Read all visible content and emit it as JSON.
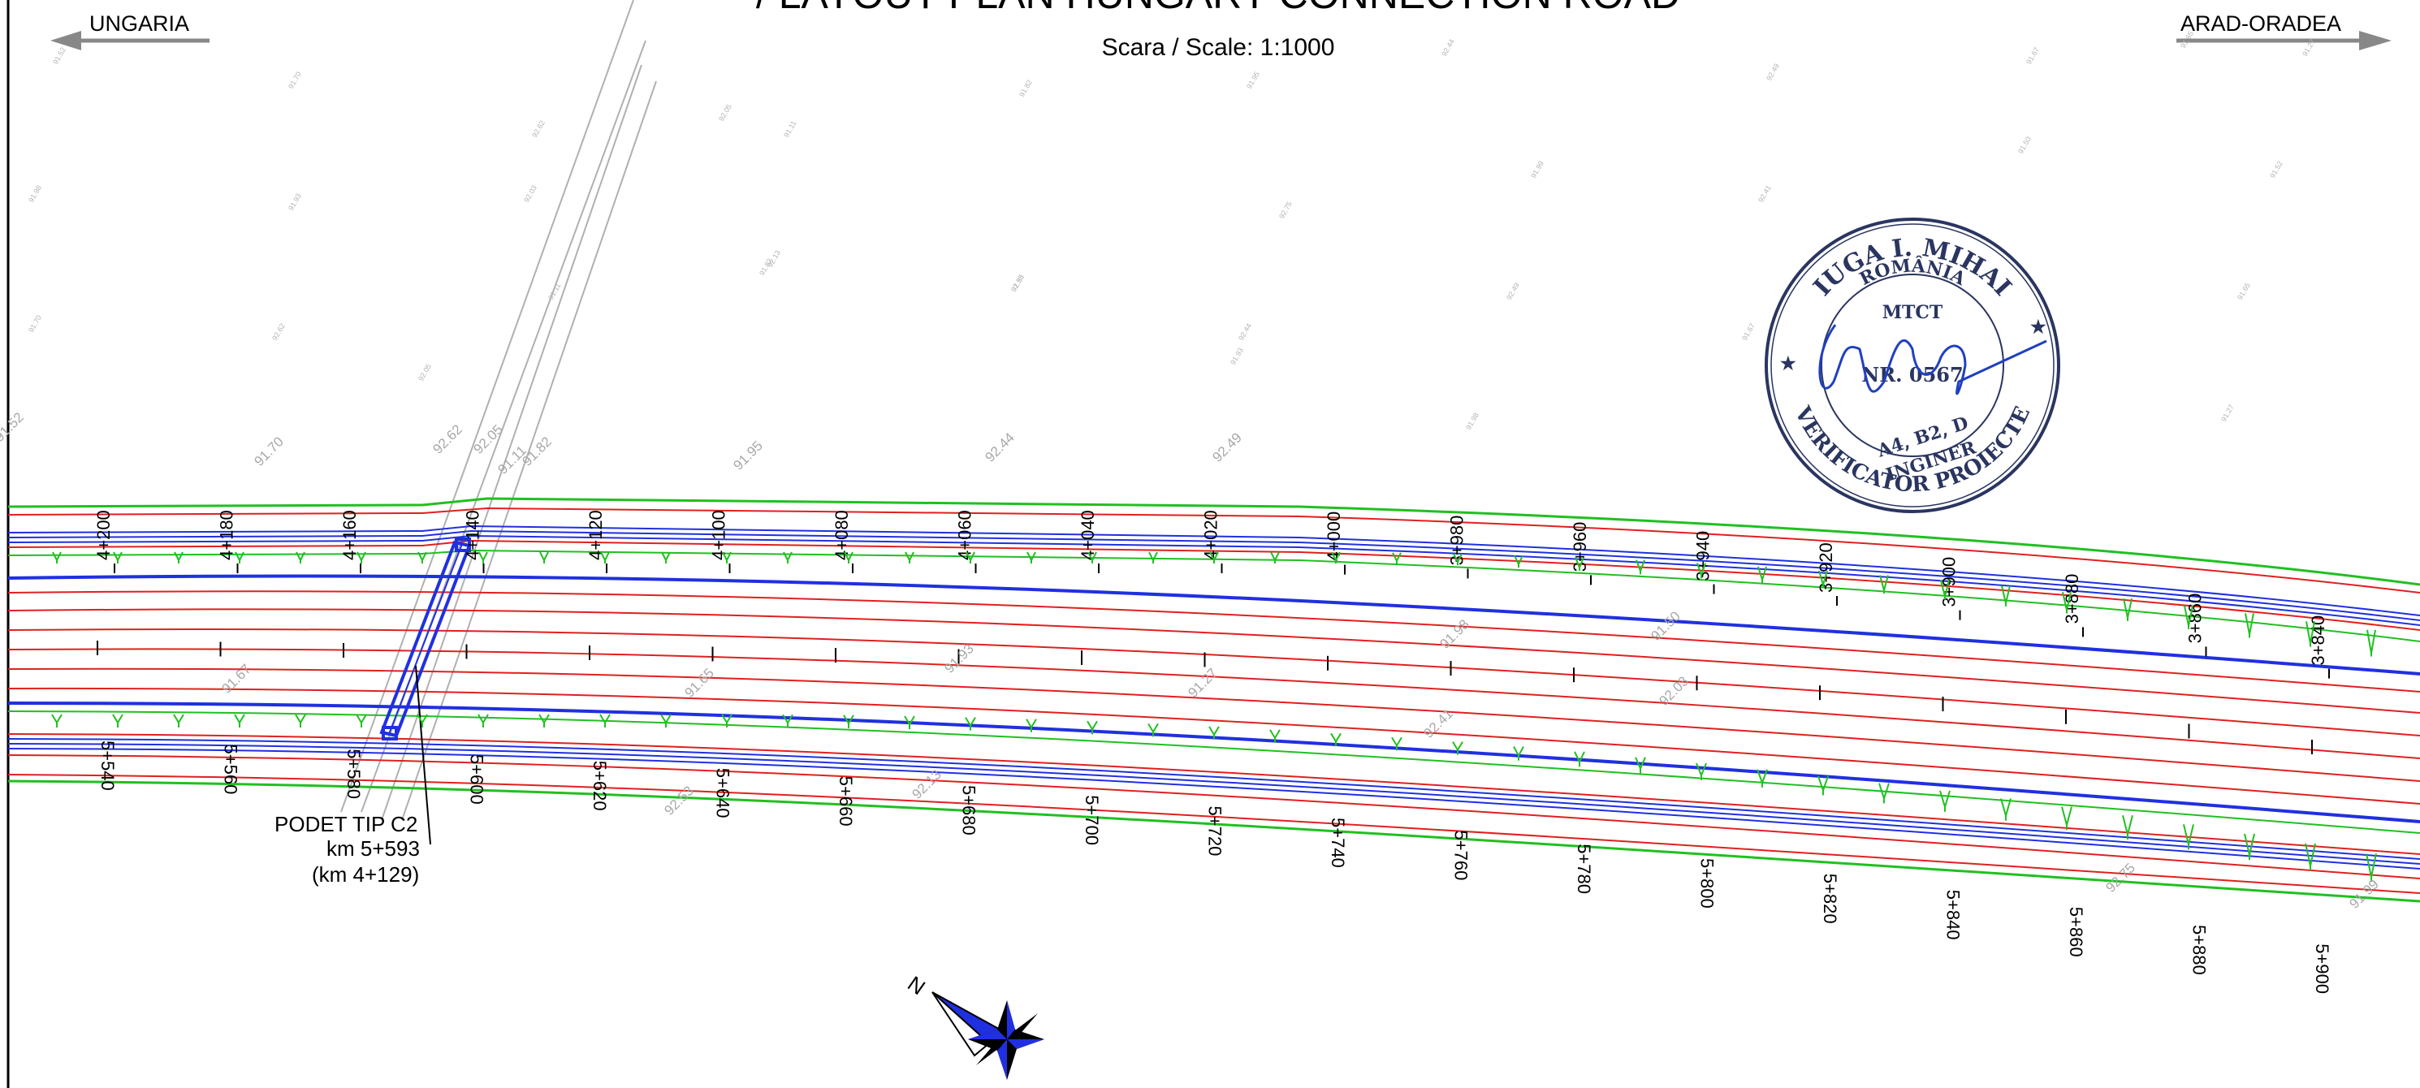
{
  "header": {
    "title": "/ LAYOUT PLAN HUNGARY CONNECTION ROAD",
    "scale": "Scara / Scale: 1:1000",
    "dir_left": "UNGARIA",
    "dir_right": "ARAD-ORADEA"
  },
  "stations_upper": [
    "4+200",
    "4+180",
    "4+160",
    "4+140",
    "4+120",
    "4+100",
    "4+080",
    "4+060",
    "4+040",
    "4+020",
    "4+000",
    "3+980",
    "3+960",
    "3+940",
    "3+920",
    "3+900",
    "3+880",
    "3+860",
    "3+840"
  ],
  "stations_lower": [
    "5+540",
    "5+560",
    "5+580",
    "5+600",
    "5+620",
    "5+640",
    "5+660",
    "5+680",
    "5+700",
    "5+720",
    "5+740",
    "5+760",
    "5+780",
    "5+800",
    "5+820",
    "5+840",
    "5+860",
    "5+880",
    "5+900"
  ],
  "elevations": [
    "91.52",
    "91.70",
    "92.62",
    "92.05",
    "91.11",
    "91.82",
    "91.95",
    "92.44",
    "92.49",
    "91.67",
    "91.65",
    "91.27",
    "91.98",
    "91.93",
    "92.03",
    "92.13",
    "92.53",
    "92.75",
    "91.99",
    "92.41",
    "91.50"
  ],
  "culvert": {
    "line1": "PODET TIP C2",
    "line2": "km 5+593",
    "line3": "(km 4+129)"
  },
  "north": "N",
  "stamp": {
    "name": "IUGA I. MIHAI",
    "country": "ROMÂNIA",
    "ministry": "MTCT",
    "number": "NR. 0567",
    "classes": "A4, B2, D",
    "role": "INGINER",
    "bottom": "VERIFICATOR PROIECTE"
  },
  "colors": {
    "road_edge": "#e02020",
    "lane_blue": "#2030e0",
    "grass_green": "#20c020",
    "stamp": "#2a3560"
  }
}
